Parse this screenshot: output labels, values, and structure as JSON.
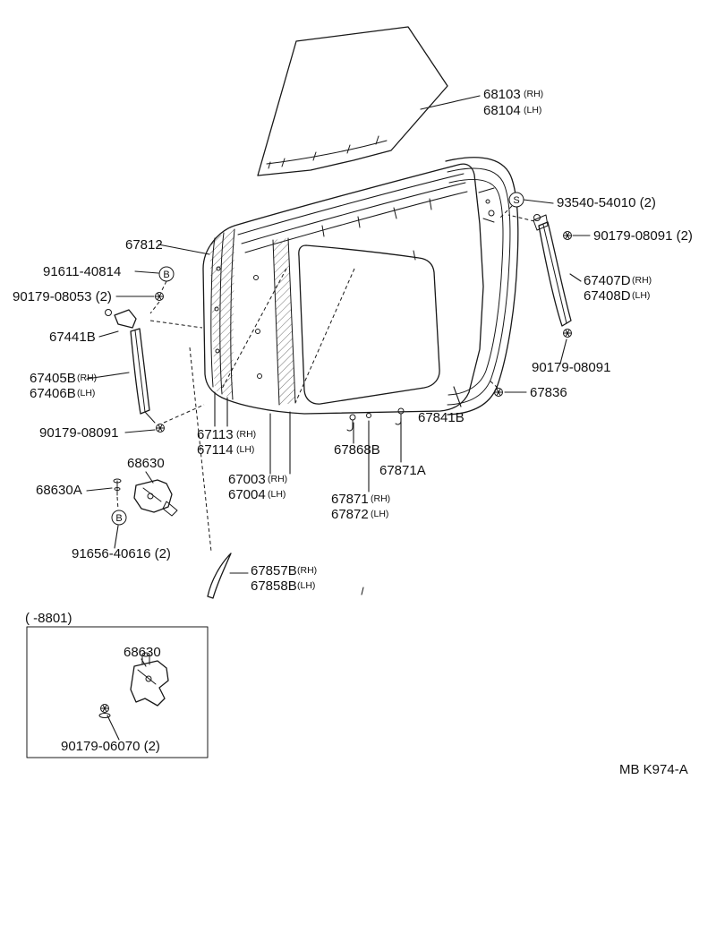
{
  "meta": {
    "drawing_code": "MB K974-A",
    "inset_caption": "(    -8801)"
  },
  "symbols": {
    "s": "S",
    "b1": "B",
    "b2": "B"
  },
  "labels": {
    "glass_rh": {
      "num": "68103",
      "side": "(RH)"
    },
    "glass_lh": {
      "num": "68104",
      "side": "(LH)"
    },
    "screw_s": "93540-54010 (2)",
    "bolt_top_right": "90179-08091 (2)",
    "panel_trim": "67812",
    "bolt_b": "91611-40814",
    "screw_left_top": "90179-08053 (2)",
    "bracket_left": "67441B",
    "channel_left_rh": {
      "num": "67405B",
      "side": "(RH)"
    },
    "channel_left_lh": {
      "num": "67406B",
      "side": "(LH)"
    },
    "channel_right_rh": {
      "num": "67407D",
      "side": "(RH)"
    },
    "channel_right_lh": {
      "num": "67408D",
      "side": "(LH)"
    },
    "bolt_right_mid": "90179-08091",
    "grommet_right": "67836",
    "weatherstrip": "67841B",
    "bolt_left_mid": "90179-08091",
    "panel_inner_rh": {
      "num": "67113",
      "side": "(RH)"
    },
    "panel_inner_lh": {
      "num": "67114",
      "side": "(LH)"
    },
    "check_strap": "68630",
    "door_panel_rh": {
      "num": "67003",
      "side": "(RH)"
    },
    "door_panel_lh": {
      "num": "67004",
      "side": "(LH)"
    },
    "clip_a": "67868B",
    "clip_b": "67871A",
    "check_pin": "68630A",
    "cushion_rh": {
      "num": "67871",
      "side": "(RH)"
    },
    "cushion_lh": {
      "num": "67872",
      "side": "(LH)"
    },
    "bolt_check": "91656-40616 (2)",
    "trim_rh": {
      "num": "67857B",
      "side": "(RH)"
    },
    "trim_lh": {
      "num": "67858B",
      "side": "(LH)"
    },
    "inset_check_strap": "68630",
    "inset_bolt": "90179-06070 (2)"
  }
}
